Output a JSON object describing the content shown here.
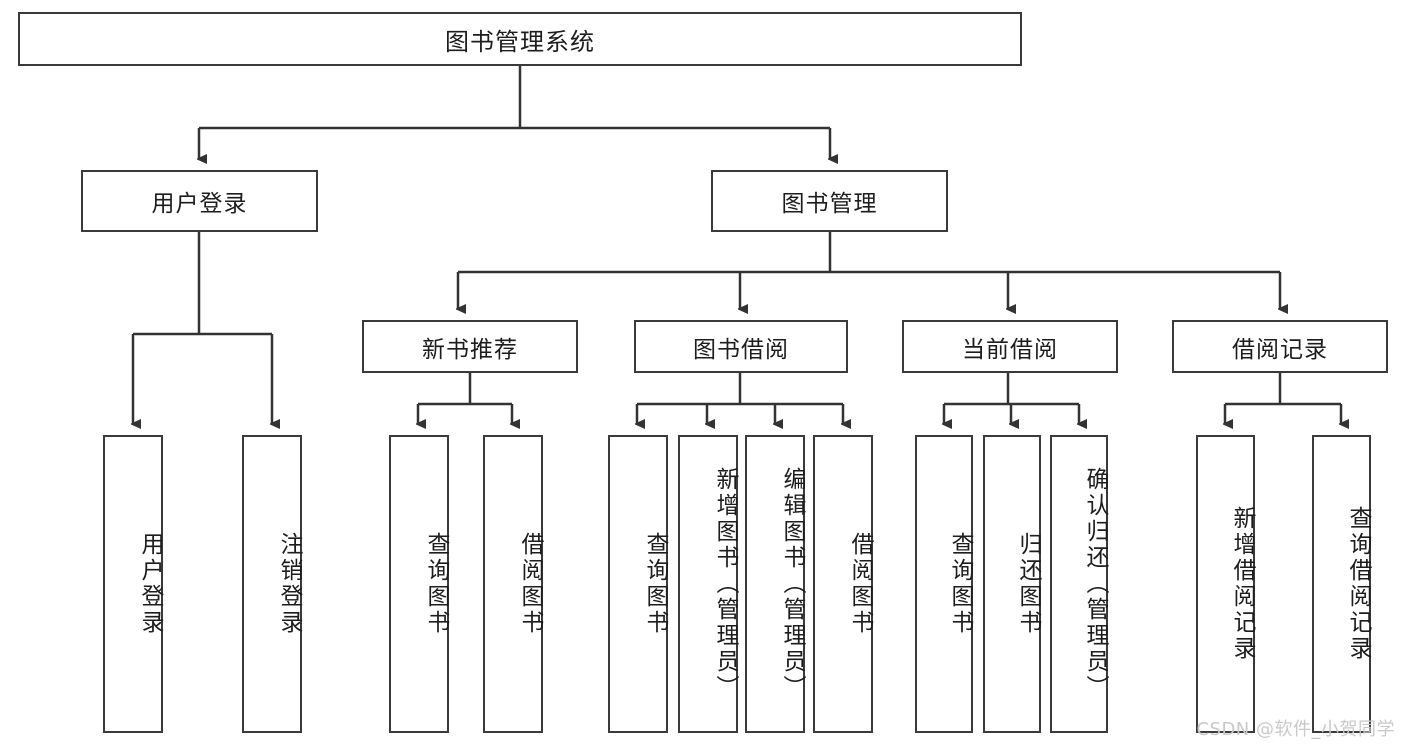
{
  "diagram": {
    "title": "图书管理系统",
    "type": "tree-hierarchy-diagram",
    "root": {
      "id": "root",
      "label": "图书管理系统"
    },
    "level2": [
      {
        "id": "user-login",
        "label": "用户登录"
      },
      {
        "id": "book-manage",
        "label": "图书管理"
      }
    ],
    "level3": [
      {
        "id": "new-book-recommend",
        "label": "新书推荐"
      },
      {
        "id": "book-borrow",
        "label": "图书借阅"
      },
      {
        "id": "current-borrow",
        "label": "当前借阅"
      },
      {
        "id": "borrow-record",
        "label": "借阅记录"
      }
    ],
    "leaves": {
      "user_login": [
        {
          "id": "leaf-user-login",
          "label": "用户登录"
        },
        {
          "id": "leaf-logout-login",
          "label": "注销登录"
        }
      ],
      "new_book_recommend": [
        {
          "id": "leaf-query-book-1",
          "label": "查询图书"
        },
        {
          "id": "leaf-borrow-book-1",
          "label": "借阅图书"
        }
      ],
      "book_borrow": [
        {
          "id": "leaf-query-book-2",
          "label": "查询图书"
        },
        {
          "id": "leaf-add-book",
          "label": "新增图书（管理员）"
        },
        {
          "id": "leaf-edit-book",
          "label": "编辑图书（管理员）"
        },
        {
          "id": "leaf-borrow-book-2",
          "label": "借阅图书"
        }
      ],
      "current_borrow": [
        {
          "id": "leaf-query-book-3",
          "label": "查询图书"
        },
        {
          "id": "leaf-return-book",
          "label": "归还图书"
        },
        {
          "id": "leaf-confirm-return",
          "label": "确认归还（管理员）"
        }
      ],
      "borrow_record": [
        {
          "id": "leaf-add-record",
          "label": "新增借阅记录"
        },
        {
          "id": "leaf-query-record",
          "label": "查询借阅记录"
        }
      ]
    }
  },
  "watermark": {
    "text": "CSDN @软件_小贺同学"
  },
  "colors": {
    "box_border": "#3a3a3a",
    "box_fill": "#ffffff",
    "edge": "#333333",
    "text": "#1d1d1d",
    "watermark": "#c9c9c9",
    "background": "#ffffff"
  }
}
